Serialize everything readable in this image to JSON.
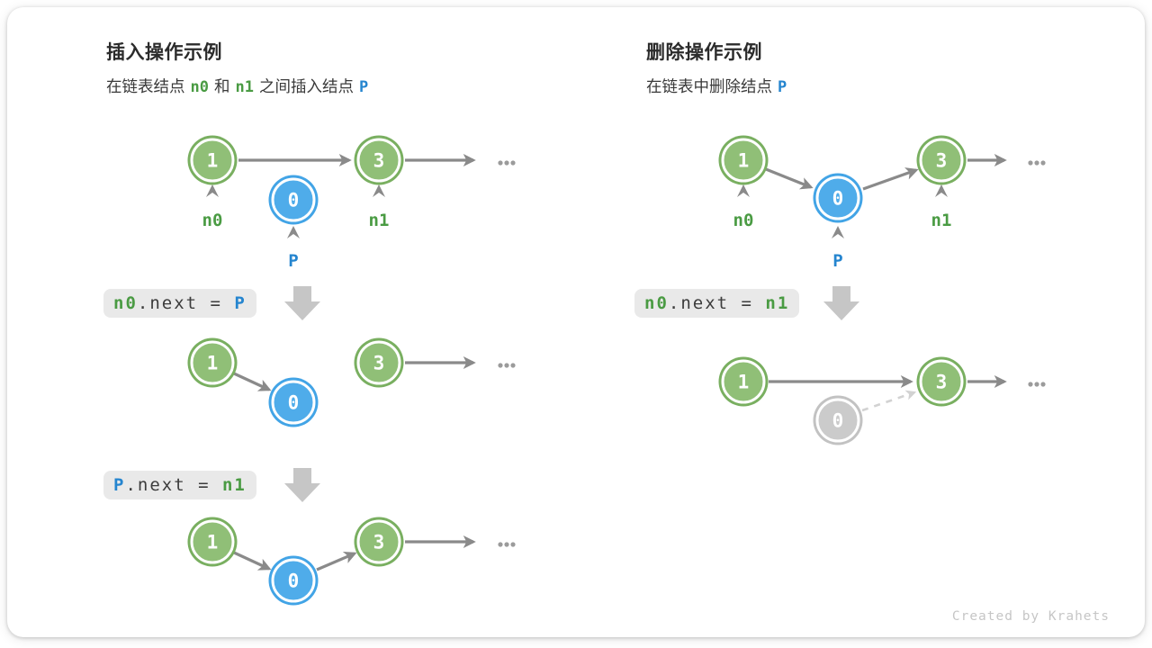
{
  "insert": {
    "title": "插入操作示例",
    "subtitle": {
      "t1": "在链表结点",
      "n0": "n0",
      "t2": "和",
      "n1": "n1",
      "t3": "之间插入结点",
      "p": "P"
    },
    "nodes": {
      "a": "1",
      "b": "3",
      "p": "0"
    },
    "labels": {
      "n0": "n0",
      "n1": "n1",
      "p": "P"
    },
    "step1": {
      "lhs": "n0",
      "mid": ".next = ",
      "rhs": "P"
    },
    "step2": {
      "lhs": "P",
      "mid": ".next = ",
      "rhs": "n1"
    },
    "ellipsis": "..."
  },
  "deletion": {
    "title": "删除操作示例",
    "subtitle": {
      "t1": "在链表中删除结点",
      "p": "P"
    },
    "nodes": {
      "a": "1",
      "b": "3",
      "p": "0"
    },
    "labels": {
      "n0": "n0",
      "n1": "n1",
      "p": "P"
    },
    "step1": {
      "lhs": "n0",
      "mid": ".next = ",
      "rhs": "n1"
    },
    "ellipsis": "..."
  },
  "footer": {
    "credit": "Created by Krahets"
  },
  "colors": {
    "node_green": "#90bf77",
    "node_green_ring": "#79af60",
    "node_blue": "#4facea",
    "node_blue_ring": "#42a4e6",
    "node_gray": "#cbcbcb",
    "label_green": "#4a9b43",
    "label_blue": "#2585cf",
    "arrow_gray": "#8a8a8a",
    "arrow_light": "#d2d2d2",
    "block_arrow": "#c6c6c6",
    "code_bg": "#e9e9e9",
    "text": "#3a3a3a"
  }
}
